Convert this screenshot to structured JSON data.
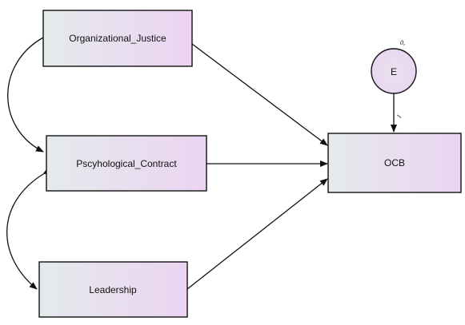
{
  "diagram": {
    "nodes": {
      "justice": {
        "label": "Organizational_Justice",
        "shape": "rectangle"
      },
      "contract": {
        "label": "Pscyhological_Contract",
        "shape": "rectangle"
      },
      "leadership": {
        "label": "Leadership",
        "shape": "rectangle"
      },
      "ocb": {
        "label": "OCB",
        "shape": "rectangle"
      },
      "error": {
        "label": "E",
        "shape": "circle",
        "variance_label": "0,",
        "path_weight_label": "1"
      }
    },
    "edges": [
      {
        "from": "Organizational_Justice",
        "to": "OCB",
        "type": "directed"
      },
      {
        "from": "Pscyhological_Contract",
        "to": "OCB",
        "type": "directed"
      },
      {
        "from": "Leadership",
        "to": "OCB",
        "type": "directed"
      },
      {
        "from": "E",
        "to": "OCB",
        "type": "directed"
      },
      {
        "from": "Organizational_Justice",
        "to": "Pscyhological_Contract",
        "type": "covariance"
      },
      {
        "from": "Pscyhological_Contract",
        "to": "Leadership",
        "type": "covariance"
      }
    ],
    "colors": {
      "box_fill_start": "#e4eaec",
      "box_fill_end": "#ecd4f2",
      "stroke": "#111111"
    }
  }
}
